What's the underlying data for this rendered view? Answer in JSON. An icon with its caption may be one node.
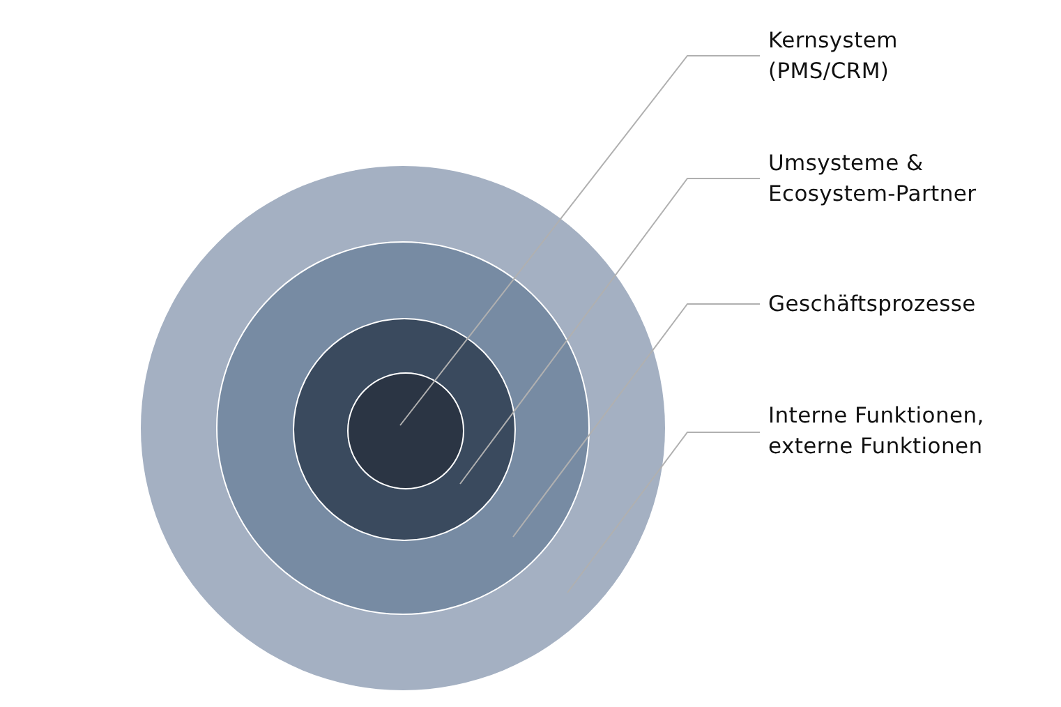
{
  "diagram": {
    "nodes": [
      {
        "text": [],
        "shape": "circle"
      },
      {
        "text": [],
        "shape": "circle",
        "in": 0
      },
      {
        "text": [],
        "shape": "circle",
        "in": 1
      },
      {
        "text": [],
        "shape": "circle",
        "in": 2
      },
      {
        "text": [
          "Kernsystem (PMS/CRM)"
        ]
      },
      {
        "text": [
          "Umsysteme & Ecosystem-Partner"
        ]
      },
      {
        "text": [
          "Geschäftsprozesse"
        ]
      },
      {
        "text": [
          "Interne Funktionen, externe Funktionen"
        ]
      }
    ],
    "edges": [
      {
        "from": 4,
        "to": 3,
        "arrow": "none"
      },
      {
        "from": 5,
        "to": 2,
        "arrow": "none"
      },
      {
        "from": 6,
        "to": 1,
        "arrow": "none"
      },
      {
        "from": 7,
        "to": 0,
        "arrow": "none"
      }
    ]
  }
}
